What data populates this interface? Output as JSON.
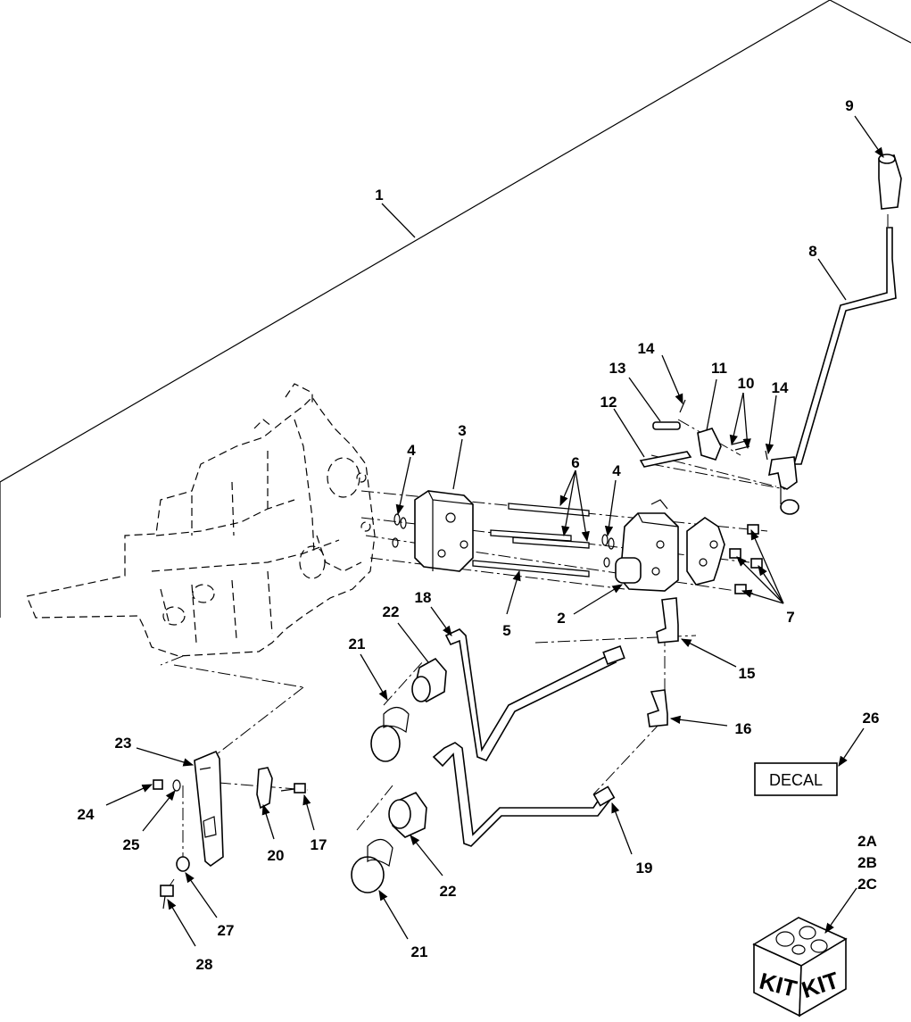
{
  "diagram": {
    "callouts": {
      "c1": "1",
      "c2": "2",
      "c3": "3",
      "c4a": "4",
      "c4b": "4",
      "c5": "5",
      "c6": "6",
      "c7": "7",
      "c8": "8",
      "c9": "9",
      "c10": "10",
      "c11": "11",
      "c12": "12",
      "c13": "13",
      "c14a": "14",
      "c14b": "14",
      "c15": "15",
      "c16": "16",
      "c17": "17",
      "c18": "18",
      "c19": "19",
      "c20": "20",
      "c21a": "21",
      "c21b": "21",
      "c22a": "22",
      "c22b": "22",
      "c23": "23",
      "c24": "24",
      "c25": "25",
      "c26": "26",
      "c27": "27",
      "c28": "28",
      "c2a": "2A",
      "c2b": "2B",
      "c2c": "2C"
    },
    "decal_label": "DECAL",
    "kit_label_left": "KIT",
    "kit_label_right": "KIT"
  }
}
